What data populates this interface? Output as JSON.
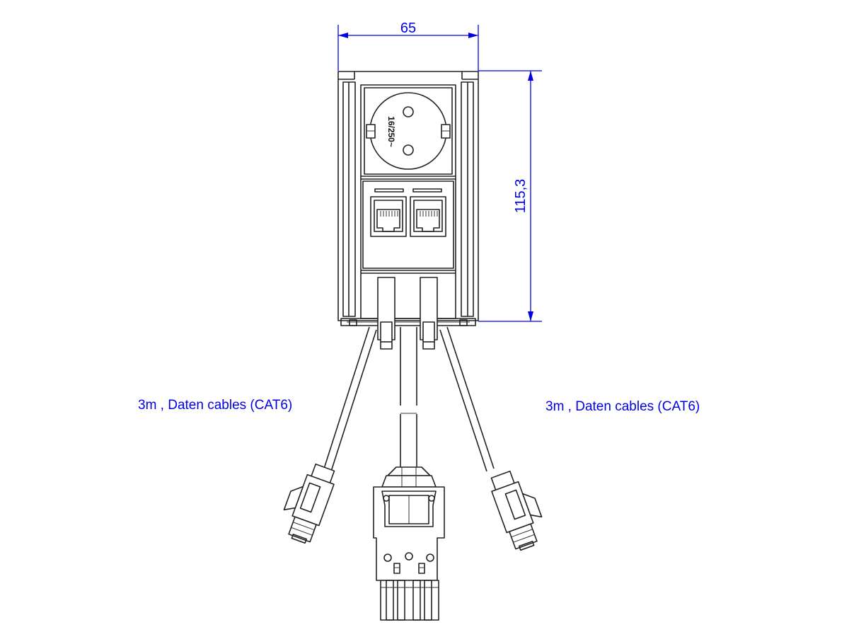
{
  "dimensions": {
    "width_label": "65",
    "height_label": "115,3"
  },
  "socket": {
    "rating": "16/250~"
  },
  "cables": {
    "left_label": "3m , Daten cables (CAT6)",
    "right_label": "3m , Daten cables (CAT6)"
  },
  "colors": {
    "dimension": "#0000e6",
    "outline": "#222222"
  }
}
